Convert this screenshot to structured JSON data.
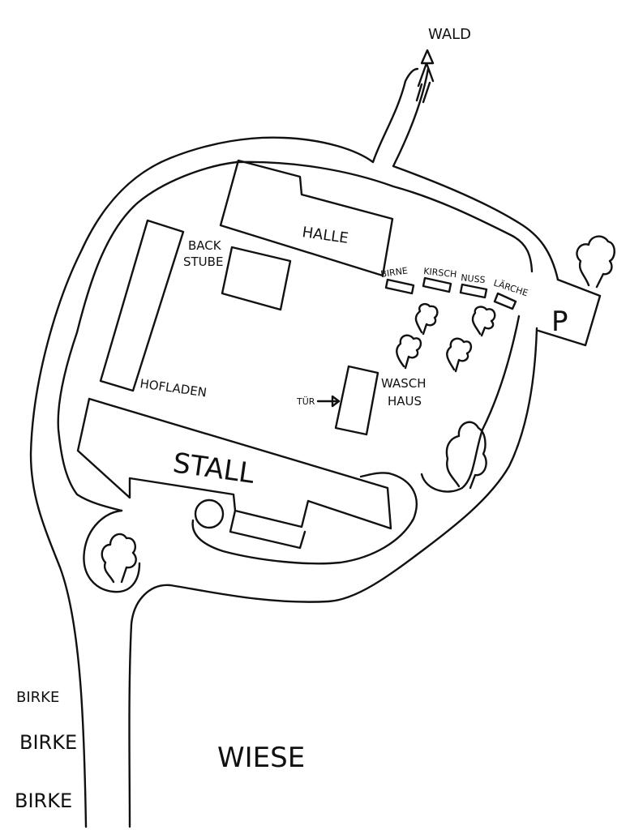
{
  "map": {
    "labels": {
      "wald": "WALD",
      "halle": "HALLE",
      "backstube_line1": "BACK",
      "backstube_line2": "STUBE",
      "hofladen": "HOFLADEN",
      "stall": "STALL",
      "waschhaus_line1": "WASCH",
      "waschhaus_line2": "HAUS",
      "tuer": "TÜR",
      "birne": "BIRNE",
      "kirsch": "KIRSCH",
      "nuss": "NUSS",
      "laerche": "LÄRCHE",
      "parking": "P",
      "wiese": "WIESE",
      "birke_1": "BIRKE",
      "birke_2": "BIRKE",
      "birke_3": "BIRKE"
    },
    "colors": {
      "ink": "#111111",
      "paper": "#ffffff"
    },
    "icons": [
      "tree-icon",
      "arrow-up-icon",
      "arrow-right-icon",
      "parking-sign"
    ]
  }
}
